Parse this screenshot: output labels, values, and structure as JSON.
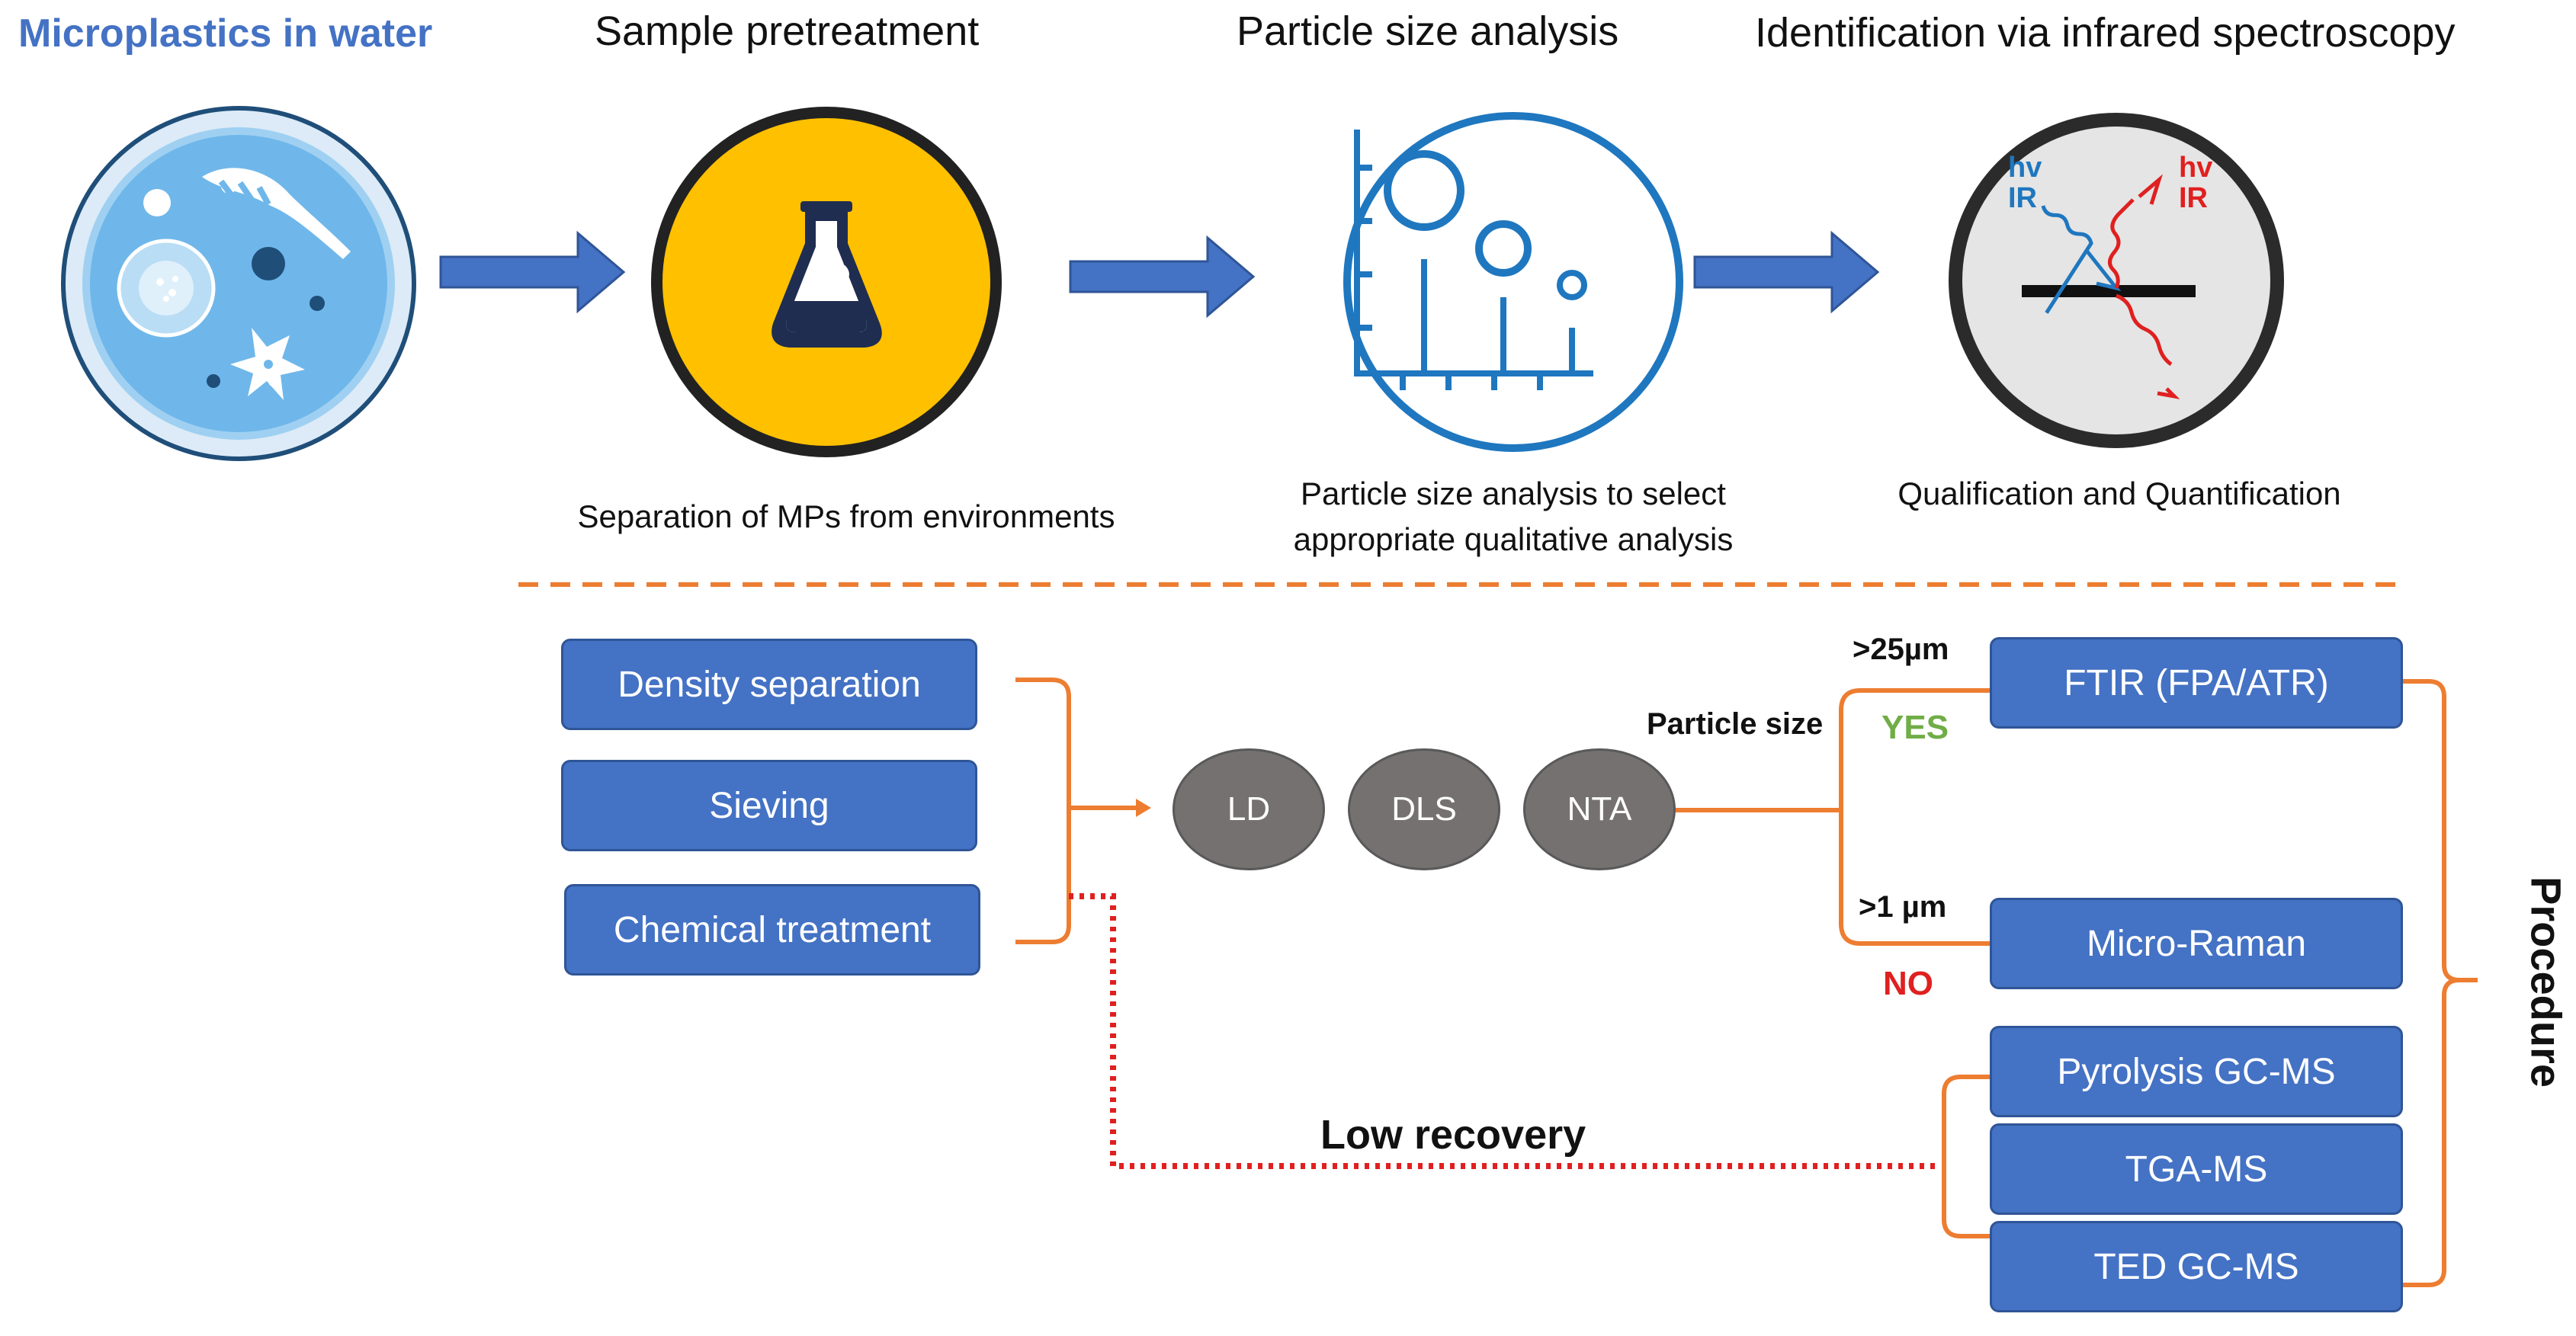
{
  "top": {
    "stage1_title": "Microplastics in water",
    "stage2_title": "Sample pretreatment",
    "stage3_title": "Particle size analysis",
    "stage4_title": "Identification via infrared spectroscopy",
    "stage2_caption": "Separation of MPs from environments",
    "stage3_caption_line1": "Particle size analysis to select",
    "stage3_caption_line2": "appropriate qualitative analysis",
    "stage4_caption": "Qualification and Quantification",
    "ir_in_hv": "hv",
    "ir_in_ir": "IR",
    "ir_out_hv": "hv",
    "ir_out_ir": "IR"
  },
  "pretreatment": [
    "Density separation",
    "Sieving",
    "Chemical treatment"
  ],
  "size_methods": [
    "LD",
    "DLS",
    "NTA"
  ],
  "branch": {
    "particle_size": "Particle size",
    "upper_threshold": ">25µm",
    "lower_threshold": ">1 µm",
    "yes": "YES",
    "no": "NO"
  },
  "spectroscopy": [
    "FTIR (FPA/ATR)",
    "Micro-Raman"
  ],
  "thermal": [
    "Pyrolysis GC-MS",
    "TGA-MS",
    "TED GC-MS"
  ],
  "low_recovery": "Low recovery",
  "procedure": "Procedure",
  "colors": {
    "box_fill": "#4472c4",
    "oval_fill": "#767171",
    "connector": "#ed7d31",
    "dotted": "#e02020",
    "yes": "#70ad47",
    "no": "#e02020",
    "flask_circle": "#ffc000"
  }
}
